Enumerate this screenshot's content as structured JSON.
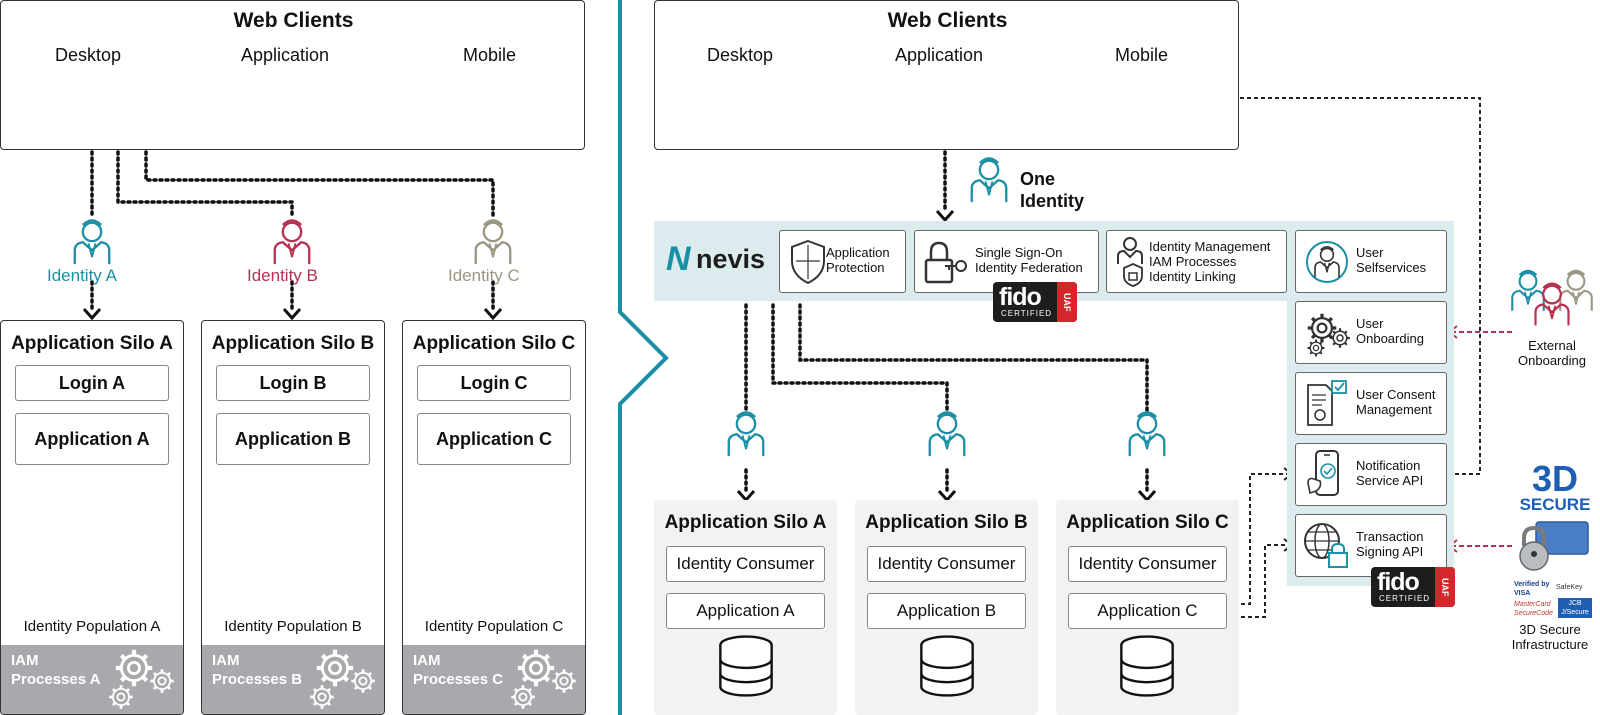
{
  "colors": {
    "teal": "#1b8fa5",
    "crimson": "#b8304f",
    "olive": "#9a9682",
    "grey": "#6d6e71",
    "band": "#dcecee",
    "divider": "#1b8fa5"
  },
  "left": {
    "web_clients": {
      "title": "Web Clients",
      "desktop": "Desktop",
      "application": "Application",
      "mobile": "Mobile"
    },
    "identities": [
      "Identity A",
      "Identity B",
      "Identity C"
    ],
    "silos": [
      {
        "title": "Application Silo A",
        "login": "Login A",
        "app": "Application A",
        "population": "Identity Population A",
        "iam": [
          "IAM",
          "Processes A"
        ]
      },
      {
        "title": "Application Silo B",
        "login": "Login B",
        "app": "Application B",
        "population": "Identity Population B",
        "iam": [
          "IAM",
          "Processes B"
        ]
      },
      {
        "title": "Application Silo C",
        "login": "Login C",
        "app": "Application C",
        "population": "Identity Population C",
        "iam": [
          "IAM",
          "Processes C"
        ]
      }
    ]
  },
  "right": {
    "web_clients": {
      "title": "Web Clients",
      "desktop": "Desktop",
      "application": "Application",
      "mobile": "Mobile"
    },
    "one_identity": [
      "One",
      "Identity"
    ],
    "nevis_logo": "nevis",
    "services_top": [
      {
        "lines": [
          "Application",
          "Protection"
        ],
        "icon": "shield-icon"
      },
      {
        "lines": [
          "Single Sign-On",
          "Identity Federation"
        ],
        "icon": "lock-key-icon"
      },
      {
        "lines": [
          "Identity Management",
          "IAM Processes",
          "Identity Linking"
        ],
        "icon": "identity-lock-icon"
      },
      {
        "lines": [
          "User",
          "Selfservices"
        ],
        "icon": "user-circle-icon"
      }
    ],
    "services_side": [
      {
        "lines": [
          "User",
          "Onboarding"
        ],
        "icon": "gears-icon"
      },
      {
        "lines": [
          "User Consent",
          "Management"
        ],
        "icon": "consent-document-icon"
      },
      {
        "lines": [
          "Notification",
          "Service API"
        ],
        "icon": "phone-check-icon"
      },
      {
        "lines": [
          "Transaction",
          "Signing API"
        ],
        "icon": "globe-lock-icon"
      }
    ],
    "fido": {
      "brand": "fido",
      "certified": "CERTIFIED",
      "uaf": "UAF"
    },
    "silos": [
      {
        "title": "Application Silo A",
        "consumer": "Identity Consumer",
        "app": "Application A"
      },
      {
        "title": "Application Silo B",
        "consumer": "Identity Consumer",
        "app": "Application B"
      },
      {
        "title": "Application Silo C",
        "consumer": "Identity Consumer",
        "app": "Application C"
      }
    ],
    "external": [
      "External",
      "Onboarding"
    ],
    "secure": {
      "big": "3D",
      "word": "SECURE",
      "caption": [
        "3D Secure",
        "Infrastructure"
      ],
      "badges": [
        "Verified by VISA",
        "SafeKey",
        "MasterCard SecureCode",
        "JCB J/Secure"
      ]
    }
  }
}
